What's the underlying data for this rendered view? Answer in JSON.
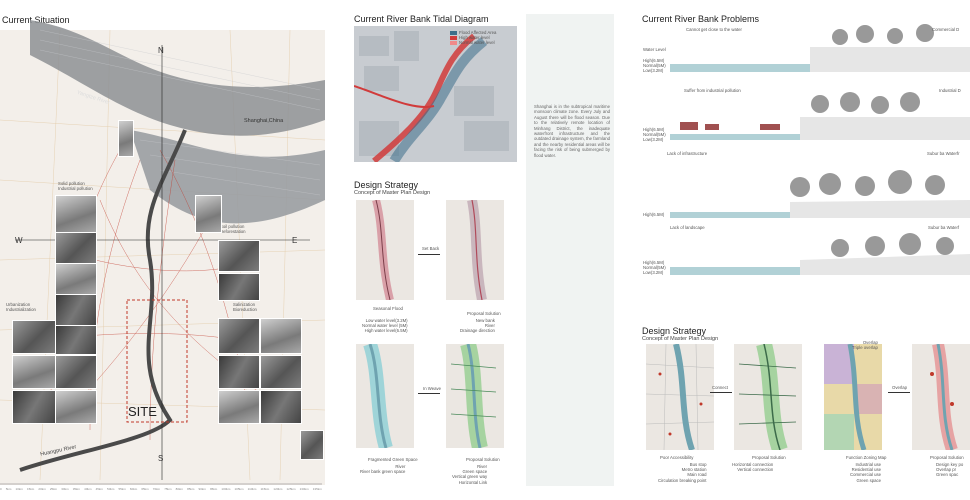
{
  "left_map": {
    "title": "Current Situation",
    "north": "N",
    "south": "S",
    "west": "W",
    "east": "E",
    "site_label": "SITE",
    "river_label_1": "Yangtze River",
    "river_label_2": "Huangpu River",
    "location_label": "Shanghai,China",
    "annotations": [
      {
        "id": "solid",
        "text": "Solid pollution\nIndustrial pollution"
      },
      {
        "id": "soil",
        "text": "Soil pollution\nDeforestation"
      },
      {
        "id": "urban",
        "text": "Urbanization\nIndustrialization"
      },
      {
        "id": "salin",
        "text": "Salinization\nBioreduction"
      }
    ],
    "scale_ticks": [
      "0",
      "5km",
      "10km",
      "15km",
      "20km",
      "25km",
      "30km",
      "35km",
      "40km",
      "45km",
      "50km",
      "55km",
      "60km",
      "65km",
      "70km",
      "75km",
      "80km",
      "85km",
      "90km",
      "95km",
      "100km",
      "105km",
      "110km",
      "115km",
      "120km",
      "125km",
      "130km",
      "135km"
    ]
  },
  "tidal": {
    "title": "Current River Bank Tidal Diagram",
    "legend": [
      {
        "label": "Flood Affected Area",
        "color": "#3d6e8a"
      },
      {
        "label": "High water level",
        "color": "#d13b3b"
      },
      {
        "label": "Normal water level",
        "color": "#f08a8a"
      }
    ]
  },
  "design_strategy_1": {
    "title": "Design Strategy",
    "subtitle": "Concept of Master Plan Design",
    "set_back": "Set Back",
    "intervene": "In Weave",
    "map1_caption": "Seasonal Flood",
    "map1_legend": [
      "Low water level(3.2M)",
      "Normal water level (5M)",
      "High water level(6.5M)"
    ],
    "map2_caption": "Proposal Solution",
    "map2_legend": [
      "New bank",
      "River",
      "Drainage direction"
    ],
    "map3_caption": "Fragmented Green Space",
    "map3_legend": [
      "River",
      "River bank green space"
    ],
    "map4_caption": "Proposal Solution",
    "map4_legend": [
      "River",
      "Green space",
      "Vertical green way",
      "Horizontal Link"
    ]
  },
  "text_panel": {
    "paragraph": "Shanghai is in the subtropical maritime monsoon climate zone. Every July and August there will be flood season. Due to the relatively remote location of Minhang District, the inadequate waterfront infrastructure and the outdated drainage system, the farmland and the nearby residential areas will be facing the risk of being submerged by flood water."
  },
  "problems": {
    "title": "Current River Bank Problems",
    "water_level_label": "Water Level",
    "levels": [
      "High(6.5M)",
      "Normal(5M)",
      "Low(3.2M)"
    ],
    "rows": [
      {
        "caption": "Cannot get close to the water",
        "right": "Commercial D"
      },
      {
        "caption": "Suffer from industrial pollution",
        "right": "Industrial D"
      },
      {
        "caption": "Lack of infrastructure",
        "right": "Subur ba Waterfr"
      },
      {
        "caption": "Lack of landscape",
        "right": "Subur ba Waterf"
      }
    ],
    "row3_level": "High(6.5M)"
  },
  "design_strategy_2": {
    "title": "Design Strategy",
    "subtitle": "Concept of Master Plan Design",
    "connect": "Connect",
    "overlap": "Overlap",
    "map1_caption": "Poor Accessibility",
    "map1_legend": [
      "Bus stop",
      "Metro station",
      "Main road",
      "Circulation breaking point"
    ],
    "map2_caption": "Proposal Solution",
    "map2_legend": [
      "Horizontal connection",
      "Vertical connection"
    ],
    "map3_caption": "Function Zoning Map",
    "map3_top_legend": [
      "Overlap",
      "Triple overlap"
    ],
    "map3_legend": [
      "Industrial use",
      "Residential use",
      "Commercial use",
      "Green space"
    ],
    "map4_caption": "Proposal Solution",
    "map4_legend": [
      "Design key po",
      "Overlap pr",
      "Green spac"
    ]
  },
  "colors": {
    "accent_red": "#c0392b",
    "water": "#6fa3b0",
    "map_bg": "#ebe7e2"
  }
}
